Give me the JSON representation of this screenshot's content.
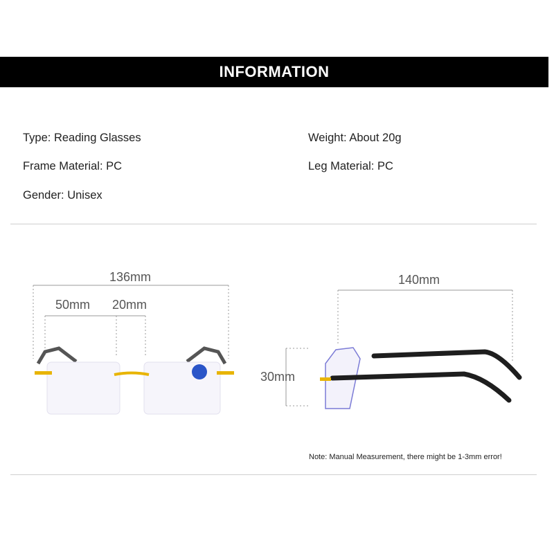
{
  "header": {
    "title": "INFORMATION"
  },
  "specs": [
    {
      "label": "Type: Reading Glasses"
    },
    {
      "label": "Weight: About 20g"
    },
    {
      "label": "Frame Material: PC"
    },
    {
      "label": "Leg Material: PC"
    },
    {
      "label": "Gender: Unisex"
    }
  ],
  "dimensions": {
    "total_width": "136mm",
    "lens_width": "50mm",
    "bridge_width": "20mm",
    "temple_length": "140mm",
    "lens_height": "30mm"
  },
  "note": "Note: Manual Measurement, there might be 1-3mm error!",
  "colors": {
    "banner": "#000000",
    "temple": "#1e1e1e",
    "accent_yellow": "#e8b400",
    "lens_tint": "#7b7bd6"
  }
}
